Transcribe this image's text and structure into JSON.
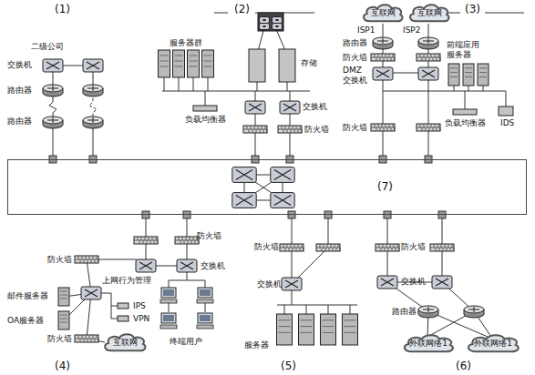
{
  "diagram": {
    "nodes": [
      {
        "text": [
          "互联网"
        ]
      },
      {
        "text": [
          "互联网"
        ]
      },
      {
        "text": [
          "(7)"
        ]
      },
      {
        "text": [
          "互联网"
        ]
      },
      {
        "text": [
          "外联网络1"
        ]
      },
      {
        "text": [
          "外联网络1"
        ]
      }
    ],
    "labels": [
      "(1)",
      "(2)",
      "(3)",
      "二级公司",
      "交换机",
      "路由器",
      "路由器",
      "服务器群",
      "存储",
      "负载均衡器",
      "交换机",
      "防火墙",
      "ISP1",
      "ISP2",
      "路由器",
      "防火墙",
      "DMZ 交换机",
      "前端应用 服务器",
      "负载均衡器",
      "IDS",
      "防火墙",
      "防火墙",
      "防火墙",
      "交换机",
      "上网行为管理",
      "邮件服务器",
      "IPS",
      "VPN",
      "OA服务器",
      "防火墙",
      "终端用户",
      "(4)",
      "防火墙",
      "交换机",
      "服务器",
      "(5)",
      "防火墙",
      "交换机",
      "路由器",
      "(6)"
    ]
  }
}
